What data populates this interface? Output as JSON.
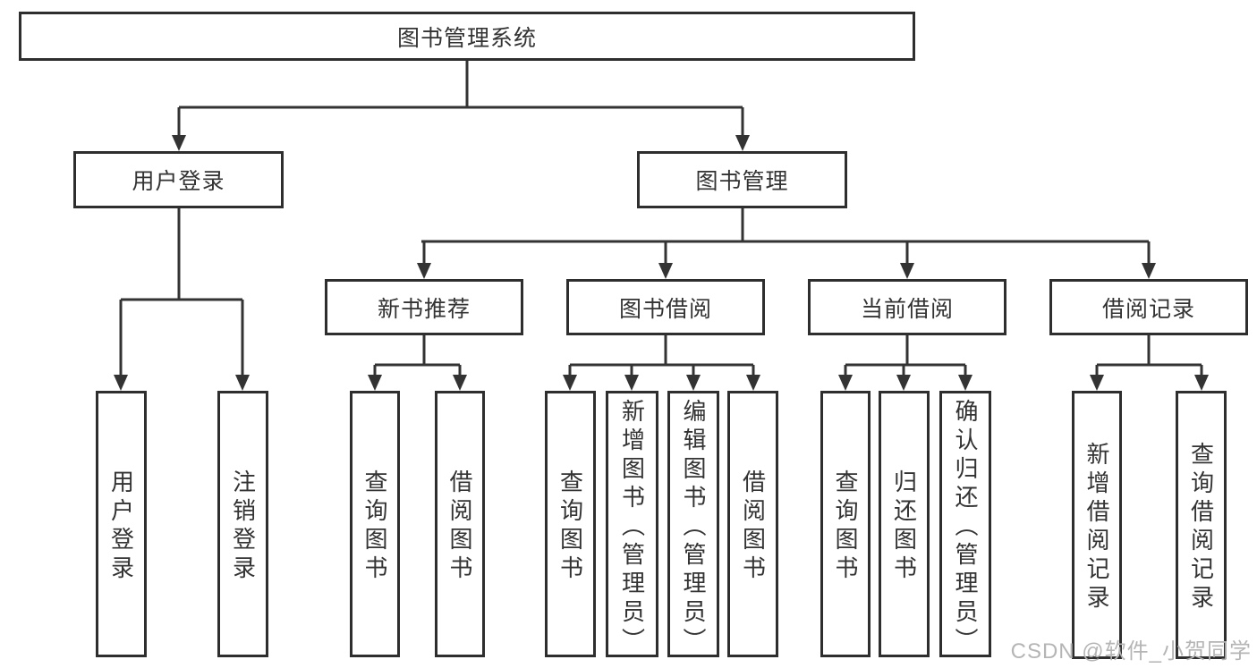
{
  "tree": {
    "root": {
      "label": "图书管理系统"
    },
    "branches": [
      {
        "label": "用户登录",
        "leaves": [
          "用户登录",
          "注销登录"
        ]
      },
      {
        "label": "图书管理",
        "groups": [
          {
            "label": "新书推荐",
            "leaves": [
              "查询图书",
              "借阅图书"
            ]
          },
          {
            "label": "图书借阅",
            "leaves": [
              "查询图书",
              "新增图书（管理员）",
              "编辑图书（管理员）",
              "借阅图书"
            ]
          },
          {
            "label": "当前借阅",
            "leaves": [
              "查询图书",
              "归还图书",
              "确认归还（管理员）"
            ]
          },
          {
            "label": "借阅记录",
            "leaves": [
              "新增借阅记录",
              "查询借阅记录"
            ]
          }
        ]
      }
    ]
  },
  "watermark": {
    "text": "CSDN @软件_小贺同学"
  },
  "colors": {
    "line": "#333333",
    "box_border": "#2e2e2e",
    "text": "#333333",
    "watermark": "#b5b5b5",
    "background": "#ffffff"
  }
}
